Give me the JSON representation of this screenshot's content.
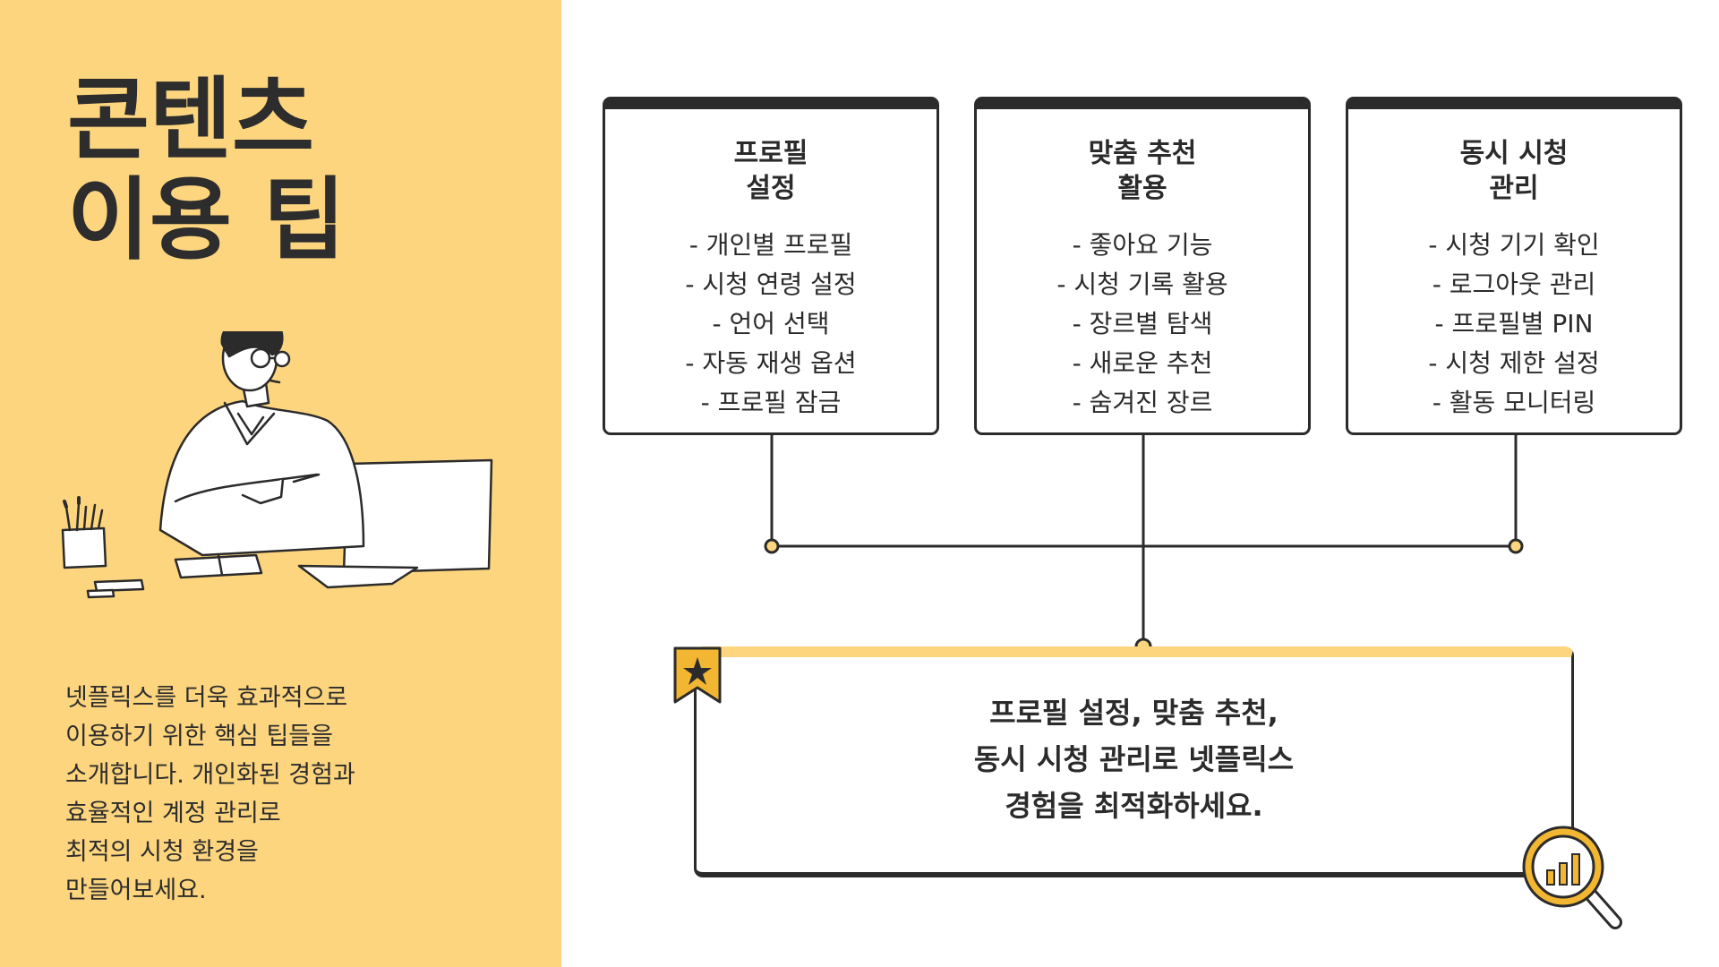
{
  "sidebar": {
    "title_lines": [
      "콘텐츠",
      "이용 팁"
    ],
    "intro_lines": [
      "넷플릭스를 더욱 효과적으로",
      "이용하기 위한 핵심 팁들을",
      "소개합니다. 개인화된 경험과",
      "효율적인 계정 관리로",
      "최적의 시청 환경을",
      "만들어보세요."
    ]
  },
  "cards": [
    {
      "title_lines": [
        "프로필",
        "설정"
      ],
      "items": [
        "- 개인별 프로필",
        "- 시청 연령 설정",
        "- 언어 선택",
        "- 자동 재생 옵션",
        "- 프로필 잠금"
      ]
    },
    {
      "title_lines": [
        "맞춤 추천",
        "활용"
      ],
      "items": [
        "- 좋아요 기능",
        "- 시청 기록 활용",
        "- 장르별 탐색",
        "- 새로운 추천",
        "- 숨겨진 장르"
      ]
    },
    {
      "title_lines": [
        "동시 시청",
        "관리"
      ],
      "items": [
        "- 시청 기기 확인",
        "- 로그아웃 관리",
        "- 프로필별 PIN",
        "- 시청 제한 설정",
        "- 활동 모니터링"
      ]
    }
  ],
  "summary": {
    "lines": [
      "프로필 설정, 맞춤 추천,",
      "동시 시청 관리로 넷플릭스",
      "경험을 최적화하세요."
    ]
  },
  "icons": {
    "bookmark": "star-bookmark-icon",
    "magnifier": "magnifier-chart-icon",
    "illustration": "man-at-laptop-illustration"
  },
  "colors": {
    "accent_yellow": "#fdd57e",
    "dark": "#2b2b2b",
    "icon_gold": "#f2b632"
  }
}
